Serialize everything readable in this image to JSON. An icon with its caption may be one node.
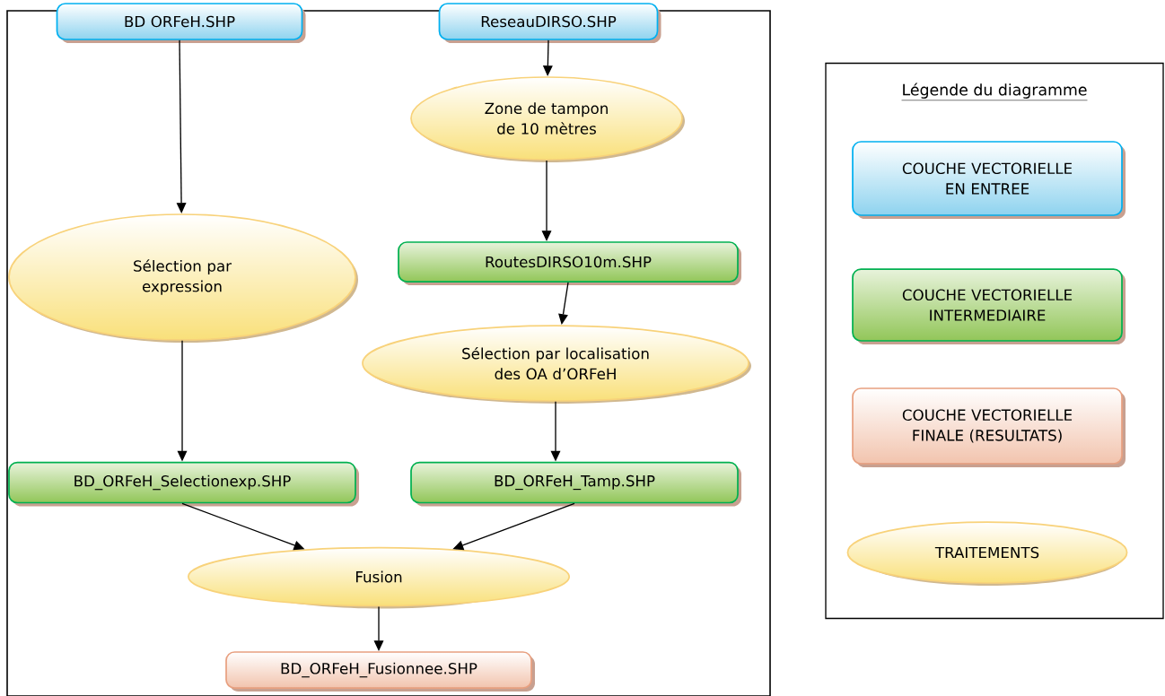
{
  "diagram": {
    "nodes": [
      {
        "text": [
          "BD ORFeH.SHP"
        ]
      },
      {
        "text": [
          "ReseauDIRSO.SHP"
        ]
      },
      {
        "text": [
          "Sélection par expression"
        ]
      },
      {
        "text": [
          "Zone de tampon de 10 mètres"
        ]
      },
      {
        "text": [
          "RoutesDIRSO10m.SHP"
        ]
      },
      {
        "text": [
          "Sélection par localisation des OA d’ORFeH"
        ]
      },
      {
        "text": [
          "BD_ORFeH_Selectionexp.SHP"
        ]
      },
      {
        "text": [
          "BD_ORFeH_Tamp.SHP"
        ]
      },
      {
        "text": [
          "Fusion"
        ]
      },
      {
        "text": [
          "BD_ORFeH_Fusionnee.SHP"
        ]
      },
      {
        "text": [
          "Légende du diagramme"
        ]
      },
      {
        "text": [
          "COUCHE VECTORIELLE EN ENTREE"
        ],
        "in": 10
      },
      {
        "text": [
          "COUCHE VECTORIELLE INTERMEDIAIRE"
        ],
        "in": 10
      },
      {
        "text": [
          "COUCHE VECTORIELLE FINALE (RESULTATS)"
        ],
        "in": 10
      },
      {
        "text": [
          "TRAITEMENTS"
        ],
        "in": 10
      }
    ],
    "edges": [
      {
        "from": 0,
        "to": 2,
        "arrow": "to"
      },
      {
        "from": 2,
        "to": 6,
        "arrow": "to"
      },
      {
        "from": 1,
        "to": 3,
        "arrow": "to"
      },
      {
        "from": 3,
        "to": 4,
        "arrow": "to"
      },
      {
        "from": 4,
        "to": 5,
        "arrow": "to"
      },
      {
        "from": 5,
        "to": 7,
        "arrow": "to"
      },
      {
        "from": 6,
        "to": 8,
        "arrow": "to"
      },
      {
        "from": 7,
        "to": 8,
        "arrow": "to"
      },
      {
        "from": 8,
        "to": 9,
        "arrow": "to"
      }
    ]
  }
}
